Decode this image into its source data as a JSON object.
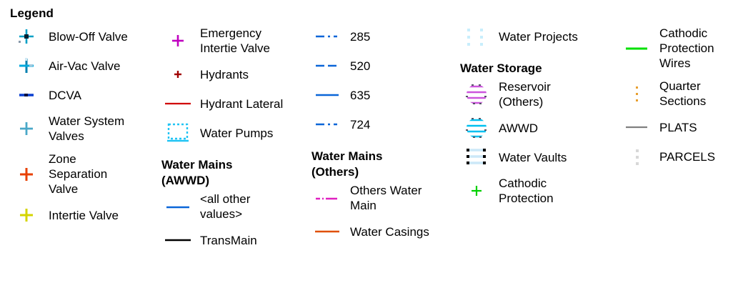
{
  "title": "Legend",
  "colors": {
    "blow_off_valve": "#00a0c6",
    "air_vac_valve": "#0080b0",
    "dcva": "#0a3fd0",
    "water_system_valve": "#4aa8c8",
    "zone_separation_valve": "#e84000",
    "intertie_valve": "#d4d400",
    "emergency_intertie_valve": "#c000c0",
    "hydrants": "#a00000",
    "hydrant_lateral": "#d00000",
    "water_pumps": "#20c4f4",
    "water_main_awwd": "#0a66d8",
    "trans_main": "#000000",
    "water_main_285": "#0a66d8",
    "water_main_520": "#0a66d8",
    "water_main_635": "#0a66d8",
    "water_main_724": "#0a66d8",
    "others_water_main": "#e020c0",
    "water_casings": "#e05000",
    "water_projects": "#c8eefc",
    "reservoir_others": "#cc55dd",
    "awwd_storage": "#00c0f0",
    "water_vaults": "#cce8f8",
    "cathodic_protection": "#00d000",
    "cathodic_protection_wires": "#00e000",
    "quarter_sections": "#e8a030",
    "plats": "#808080",
    "parcels": "#d8d8d8"
  },
  "columns": [
    {
      "name": "column-1",
      "items": [
        {
          "label": "Blow-Off Valve",
          "icon": "cross-icon",
          "swatch": "blow-off-valve-swatch"
        },
        {
          "label": "Air-Vac Valve",
          "icon": "cross-icon",
          "swatch": "air-vac-valve-swatch"
        },
        {
          "label": "DCVA",
          "icon": "dash-icon",
          "swatch": "dcva-swatch"
        },
        {
          "label": "Water System\nValves",
          "icon": "cross-icon",
          "swatch": "water-system-valves-swatch"
        },
        {
          "label": "Zone\nSeparation\nValve",
          "icon": "cross-icon",
          "swatch": "zone-separation-valve-swatch"
        },
        {
          "label": "Intertie Valve",
          "icon": "cross-icon",
          "swatch": "intertie-valve-swatch"
        }
      ]
    },
    {
      "name": "column-2",
      "items": [
        {
          "label": "Emergency\nIntertie Valve",
          "icon": "cross-icon",
          "swatch": "emergency-intertie-valve-swatch"
        },
        {
          "label": "Hydrants",
          "icon": "cross-icon",
          "swatch": "hydrants-swatch"
        },
        {
          "label": "Hydrant Lateral",
          "icon": "line-icon",
          "swatch": "hydrant-lateral-swatch"
        },
        {
          "label": "Water Pumps",
          "icon": "dotted-box-icon",
          "swatch": "water-pumps-swatch"
        }
      ],
      "heading": "Water Mains\n(AWWD)",
      "sub_items": [
        {
          "label": "<all other\nvalues>",
          "icon": "line-icon",
          "swatch": "water-main-awwd-swatch"
        },
        {
          "label": "TransMain",
          "icon": "line-icon",
          "swatch": "trans-main-swatch"
        }
      ]
    },
    {
      "name": "column-3",
      "items": [
        {
          "label": "285",
          "icon": "dash-dot-line-icon",
          "swatch": "water-main-285-swatch"
        },
        {
          "label": "520",
          "icon": "dashed-line-icon",
          "swatch": "water-main-520-swatch"
        },
        {
          "label": "635",
          "icon": "solid-line-icon",
          "swatch": "water-main-635-swatch"
        },
        {
          "label": "724",
          "icon": "dash-dot-line-icon",
          "swatch": "water-main-724-swatch"
        }
      ],
      "heading": "Water Mains\n(Others)",
      "sub_items": [
        {
          "label": "Others Water\nMain",
          "icon": "dash-dot-line-icon",
          "swatch": "others-water-main-swatch"
        },
        {
          "label": "Water Casings",
          "icon": "solid-line-icon",
          "swatch": "water-casings-swatch"
        }
      ]
    },
    {
      "name": "column-4",
      "items": [
        {
          "label": "Water Projects",
          "icon": "dotted-fill-icon",
          "swatch": "water-projects-swatch"
        }
      ],
      "heading": "Water Storage",
      "sub_items": [
        {
          "label": "Reservoir\n(Others)",
          "icon": "hatched-polygon-icon",
          "swatch": "reservoir-others-swatch"
        },
        {
          "label": "AWWD",
          "icon": "hatched-polygon-icon",
          "swatch": "awwd-storage-swatch"
        },
        {
          "label": "Water Vaults",
          "icon": "striped-fill-icon",
          "swatch": "water-vaults-swatch"
        },
        {
          "label": "Cathodic\nProtection",
          "icon": "cross-icon",
          "swatch": "cathodic-protection-swatch"
        }
      ]
    },
    {
      "name": "column-5",
      "items": [
        {
          "label": "Cathodic\nProtection\nWires",
          "icon": "solid-line-icon",
          "swatch": "cathodic-protection-wires-swatch"
        },
        {
          "label": "Quarter\nSections",
          "icon": "dotted-fill-icon",
          "swatch": "quarter-sections-swatch"
        },
        {
          "label": "PLATS",
          "icon": "solid-line-icon",
          "swatch": "plats-swatch"
        },
        {
          "label": "PARCELS",
          "icon": "dotted-fill-icon",
          "swatch": "parcels-swatch"
        }
      ]
    }
  ]
}
